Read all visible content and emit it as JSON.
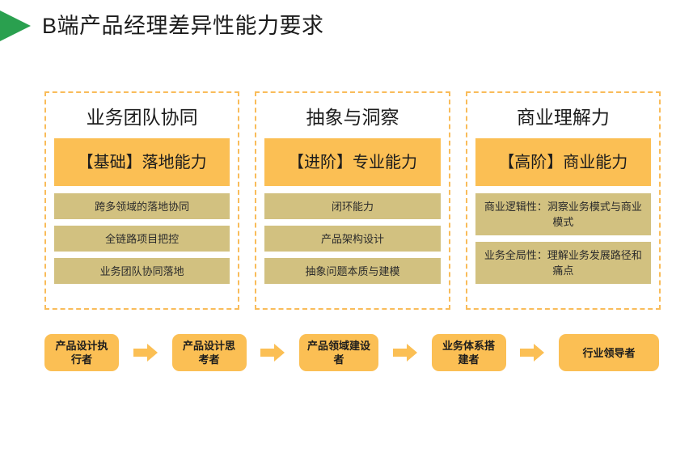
{
  "page": {
    "title": "B端产品经理差异性能力要求",
    "title_marker_icon": "green-triangle-bullet",
    "colors": {
      "marker_green": "#2AA04F",
      "accent_orange": "#FBBF54",
      "dashed_border_orange": "#F9BC5A",
      "item_tan": "#D2C180",
      "background": "#FFFFFF"
    }
  },
  "columns": [
    {
      "title": "业务团队协同",
      "headline": "【基础】落地能力",
      "items": [
        "跨多领域的落地协同",
        "全链路项目把控",
        "业务团队协同落地"
      ]
    },
    {
      "title": "抽象与洞察",
      "headline": "【进阶】专业能力",
      "items": [
        "闭环能力",
        "产品架构设计",
        "抽象问题本质与建模"
      ]
    },
    {
      "title": "商业理解力",
      "headline": "【高阶】商业能力",
      "items": [
        "商业逻辑性：洞察业务模式与商业模式",
        "业务全局性：理解业务发展路径和痛点"
      ]
    }
  ],
  "flow": {
    "arrow_icon": "right-block-arrow-icon",
    "nodes": [
      "产品设计执行者",
      "产品设计思考者",
      "产品领域建设者",
      "业务体系搭建者",
      "行业领导者"
    ]
  }
}
